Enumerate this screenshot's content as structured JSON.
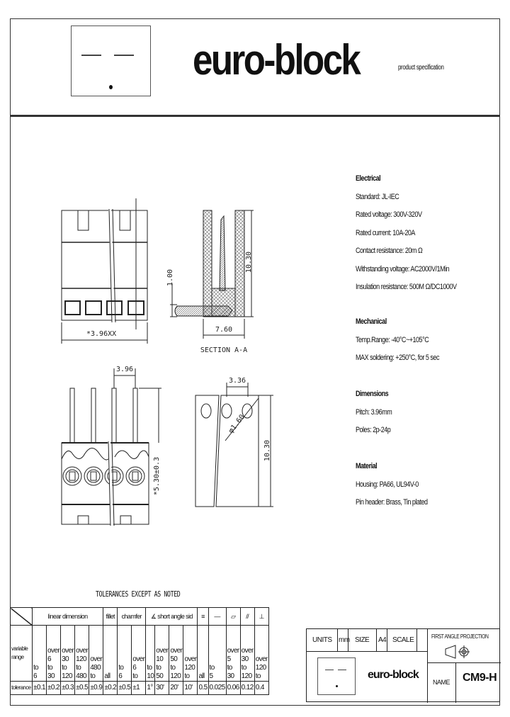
{
  "header": {
    "brand": "euro-block",
    "subtitle": "product specification"
  },
  "specs": {
    "electrical": {
      "title": "Electrical",
      "lines": [
        "Standard: JL-IEC",
        "Rated voltage: 300V-320V",
        "Rated current: 10A-20A",
        "Contact resistance: 20m Ω",
        "Withstanding voltage: AC2000V/1Min",
        "Insulation resistance: 500M Ω/DC1000V"
      ]
    },
    "mechanical": {
      "title": "Mechanical",
      "lines": [
        "Temp.Range: -40°C~+105°C",
        "MAX soldering: +250°C, for 5 sec"
      ]
    },
    "dimensions": {
      "title": "Dimensions",
      "lines": [
        "Pitch: 3.96mm",
        "Poles: 2p-24p"
      ]
    },
    "material": {
      "title": "Material",
      "lines": [
        "Housing: PA66, UL94V-0",
        "Pin header: Brass, Tin plated"
      ]
    }
  },
  "drawing": {
    "front_width": "*3.96XX",
    "section_height_small": "1.00",
    "section_height": "10.30",
    "section_depth": "7.60",
    "section_label": "SECTION A-A",
    "pitch": "3.96",
    "pin_height": "*5.30±0.3",
    "side_pitch": "3.36",
    "hole_dia": "φ1.60",
    "side_height": "10.30"
  },
  "tolerances": {
    "title": "TOLERANCES EXCEPT AS NOTED",
    "groups": [
      "linear dimension",
      "fillet",
      "chamfer",
      "∡ short angle sid",
      "≡",
      "—",
      "▱",
      "//",
      "⊥"
    ],
    "range_label": "variable\nrange",
    "ranges": [
      "to\n6",
      "over\n6\nto\n30",
      "over\n30\nto\n120",
      "over\n120\nto\n480",
      "over\n480\nto",
      "all",
      "to\n6",
      "over\n6\nto",
      "to\n10",
      "over\n10\nto\n50",
      "over\n50\nto\n120",
      "over\n120\nto",
      "all",
      "to\n5",
      "over\n5\nto\n30",
      "over\n30\nto\n120",
      "over\n120\nto"
    ],
    "tolerance_label": "tolerance",
    "values": [
      "±0.1",
      "±0.2",
      "±0.3",
      "±0.5",
      "±0.9",
      "±0.2",
      "±0.5",
      "±1",
      "1°",
      "30'",
      "20'",
      "10'",
      "0.5",
      "0.025",
      "0.06",
      "0.12",
      "0.4"
    ]
  },
  "title_block": {
    "units_label": "UNITS",
    "units": "mm",
    "size_label": "SIZE",
    "size": "A4",
    "scale_label": "SCALE",
    "scale": "",
    "projection": "FIRST ANGLE PROJECTION",
    "brand": "euro-block",
    "name_label": "NAME",
    "name": "CM9-H"
  }
}
